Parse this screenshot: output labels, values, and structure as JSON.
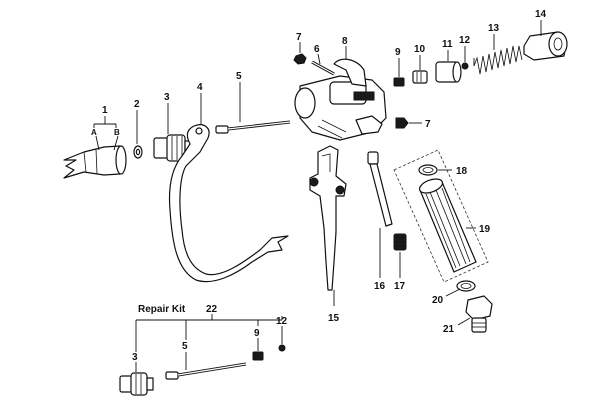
{
  "labels": {
    "p1": "1",
    "p1a": "A",
    "p1b": "B",
    "p2": "2",
    "p3": "3",
    "p4": "4",
    "p5": "5",
    "p6": "6",
    "p7a": "7",
    "p7b": "7",
    "p8": "8",
    "p9": "9",
    "p10": "10",
    "p11": "11",
    "p12": "12",
    "p13": "13",
    "p14": "14",
    "p15": "15",
    "p16": "16",
    "p17": "17",
    "p18": "18",
    "p19": "19",
    "p20": "20",
    "p21": "21"
  },
  "repair_kit": {
    "title": "Repair  Kit",
    "number": "22",
    "items": {
      "k3": "3",
      "k5": "5",
      "k9": "9",
      "k12": "12"
    }
  }
}
